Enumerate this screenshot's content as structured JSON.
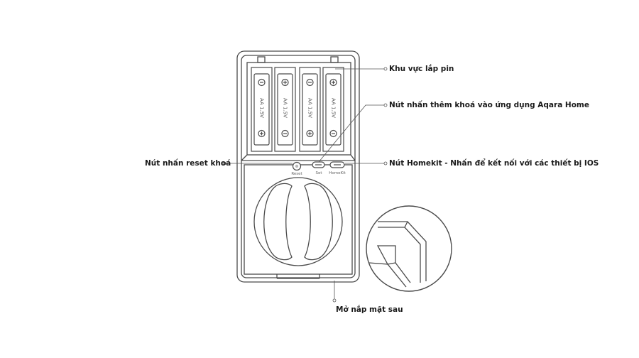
{
  "diagram": {
    "battery_labels": [
      "AA 1.5V",
      "AA 1.5V",
      "AA 1.5V",
      "AA 1.5V"
    ],
    "button_labels": {
      "reset": "Reset",
      "set": "Set",
      "homekit": "HomeKit"
    },
    "callouts": {
      "battery_area": "Khu vực lắp pin",
      "add_to_app_button": "Nút nhấn thêm khoá vào ứng dụng Aqara Home",
      "reset_button": "Nút nhấn reset khoá",
      "homekit_button": "Nút Homekit - Nhấn để kết nối với các thiết bị IOS",
      "open_back_cover": "Mở nắp mặt sau"
    }
  }
}
